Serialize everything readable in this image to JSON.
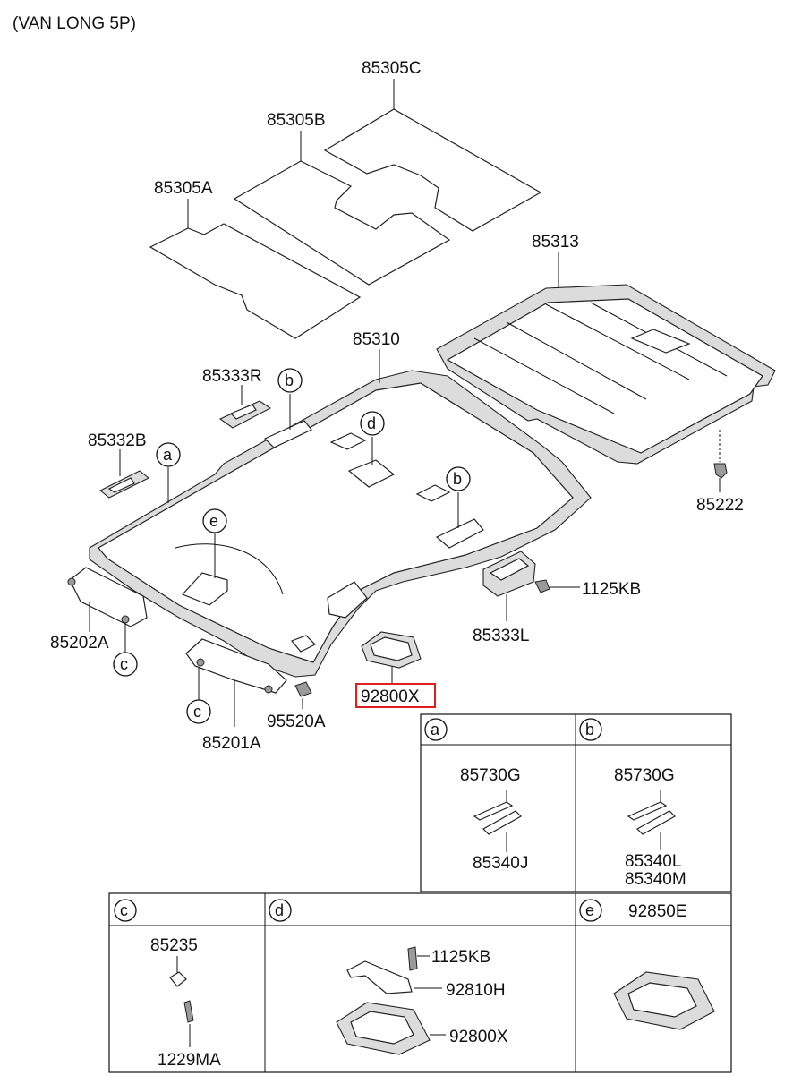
{
  "header": {
    "variant_note": "(VAN LONG 5P)"
  },
  "highlight_color": "#e02020",
  "callout_letters": {
    "a": "a",
    "b": "b",
    "c": "c",
    "d": "d",
    "e": "e"
  },
  "parts": {
    "p85305C": "85305C",
    "p85305B": "85305B",
    "p85305A": "85305A",
    "p85313": "85313",
    "p85310": "85310",
    "p85333R": "85333R",
    "p85332B": "85332B",
    "p85222": "85222",
    "p1125KB": "1125KB",
    "p85333L": "85333L",
    "p85202A": "85202A",
    "p92800X": "92800X",
    "p95520A": "95520A",
    "p85201A": "85201A"
  },
  "detail_boxes": {
    "a": {
      "letter": "a",
      "top_part": "85730G",
      "bottom_part": "85340J"
    },
    "b": {
      "letter": "b",
      "top_part": "85730G",
      "bottom_part_1": "85340L",
      "bottom_part_2": "85340M"
    },
    "c": {
      "letter": "c",
      "top_part": "85235",
      "bottom_part": "1229MA"
    },
    "d": {
      "letter": "d",
      "part_1": "1125KB",
      "part_2": "92810H",
      "part_3": "92800X"
    },
    "e": {
      "letter": "e",
      "part": "92850E"
    }
  }
}
